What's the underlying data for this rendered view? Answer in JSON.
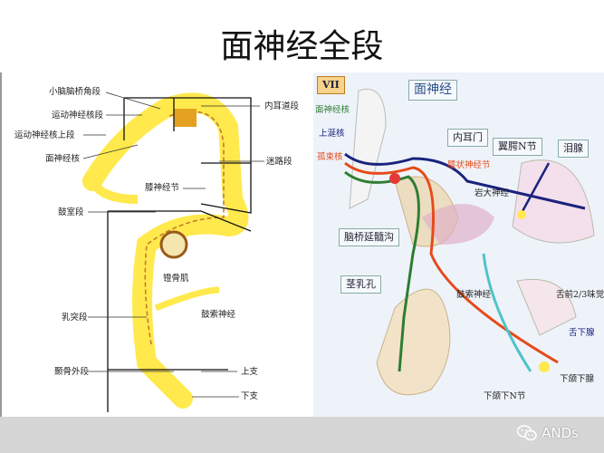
{
  "title": "面神经全段",
  "left_diagram": {
    "labels": [
      "小脑脑桥角段",
      "运动神经核段",
      "运动神经核上段",
      "面神经核",
      "内耳道段",
      "迷路段",
      "膝神经节",
      "鼓室段",
      "镫骨肌",
      "鼓索神经",
      "乳突段",
      "颞骨外段",
      "上支",
      "下支"
    ]
  },
  "right_diagram": {
    "numeral": "VII",
    "heading": "面神经",
    "nuclei": [
      "面神经核",
      "上涎核",
      "孤束核"
    ],
    "labels": {
      "internal_meatus": "内耳门",
      "geniculate": "膝状神经节",
      "pterygopalatine": "翼腭N节",
      "lacrimal": "泪腺",
      "petrosal": "岩大神经",
      "sulcus": "脑桥延髓沟",
      "stylomastoid": "茎乳孔",
      "chorda": "鼓索神经",
      "taste": "舌前2/3味觉",
      "sublingual": "舌下腺",
      "submandibular": "下颌下腺",
      "submandibular_ganglion": "下颌下N节"
    },
    "colors": {
      "motor": "#2e7d32",
      "parasympathetic": "#1a237e",
      "taste": "#e64a19"
    }
  },
  "watermark": "ANDs"
}
